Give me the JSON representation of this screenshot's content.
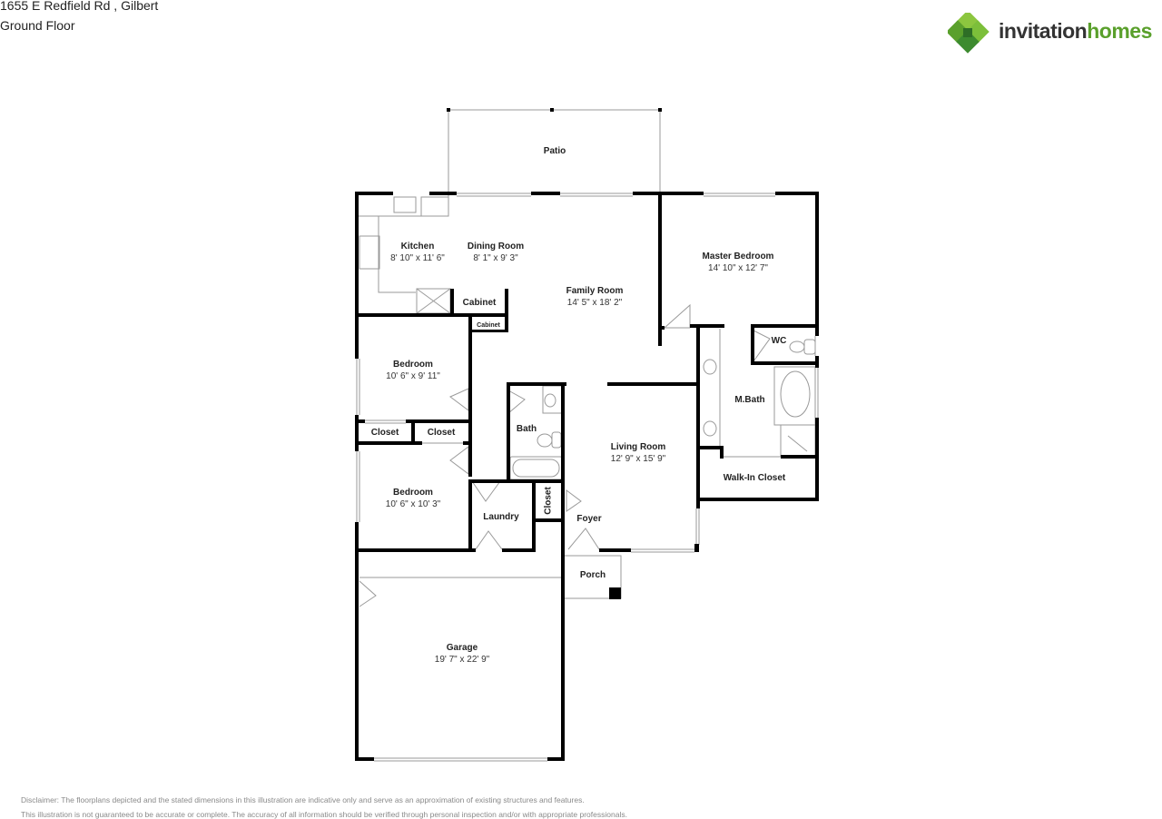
{
  "header": {
    "address": "1655 E Redfield Rd , Gilbert",
    "floor_name": "Ground Floor"
  },
  "logo": {
    "word1": "invitation",
    "word2": "homes",
    "icon": "green-diamond-logo-icon",
    "colors": {
      "light": "#8cc63f",
      "mid": "#5aa02c",
      "dark": "#2e7d32",
      "text": "#333333"
    }
  },
  "rooms": {
    "patio": {
      "name": "Patio"
    },
    "kitchen": {
      "name": "Kitchen",
      "dims": "8' 10\" x 11' 6\""
    },
    "dining": {
      "name": "Dining Room",
      "dims": "8' 1\" x 9' 3\""
    },
    "family": {
      "name": "Family Room",
      "dims": "14' 5\" x 18' 2\""
    },
    "master": {
      "name": "Master Bedroom",
      "dims": "14' 10\" x 12' 7\""
    },
    "cabinet1": {
      "name": "Cabinet"
    },
    "cabinet2": {
      "name": "Cabinet"
    },
    "wc": {
      "name": "WC"
    },
    "mbath": {
      "name": "M.Bath"
    },
    "bedroom1": {
      "name": "Bedroom",
      "dims": "10' 6\" x 9' 11\""
    },
    "bath": {
      "name": "Bath"
    },
    "closet1": {
      "name": "Closet"
    },
    "closet2": {
      "name": "Closet"
    },
    "living": {
      "name": "Living Room",
      "dims": "12' 9\" x 15' 9\""
    },
    "walkin": {
      "name": "Walk-In Closet"
    },
    "bedroom2": {
      "name": "Bedroom",
      "dims": "10' 6\" x 10' 3\""
    },
    "laundry": {
      "name": "Laundry"
    },
    "closet3": {
      "name": "Closet"
    },
    "foyer": {
      "name": "Foyer"
    },
    "porch": {
      "name": "Porch"
    },
    "garage": {
      "name": "Garage",
      "dims": "19' 7\" x 22' 9\""
    }
  },
  "disclaimer": {
    "line1": "Disclaimer: The floorplans depicted and the stated dimensions in this illustration are indicative only and serve as an approximation of existing structures and features.",
    "line2": "This illustration is not guaranteed to be accurate or complete. The accuracy of all information should be verified through personal inspection and/or with appropriate professionals."
  },
  "colors": {
    "wall": "#000000",
    "thin_line": "#9a9a9a",
    "disclaimer": "#8a8a8a"
  }
}
